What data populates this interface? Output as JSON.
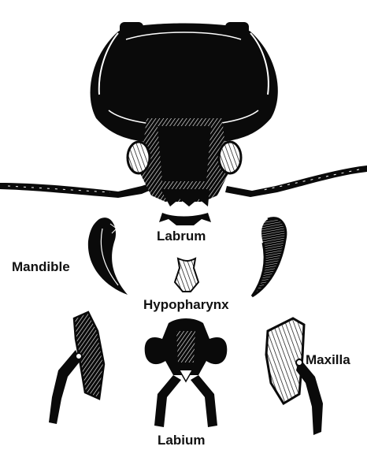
{
  "labels": {
    "labrum": "Labrum",
    "mandible": "Mandible",
    "hypopharynx": "Hypopharynx",
    "maxilla": "Maxilla",
    "labium": "Labium"
  },
  "colors": {
    "ink": "#0a0a0a",
    "paper": "#ffffff",
    "hatch_light": "#ffffff"
  }
}
